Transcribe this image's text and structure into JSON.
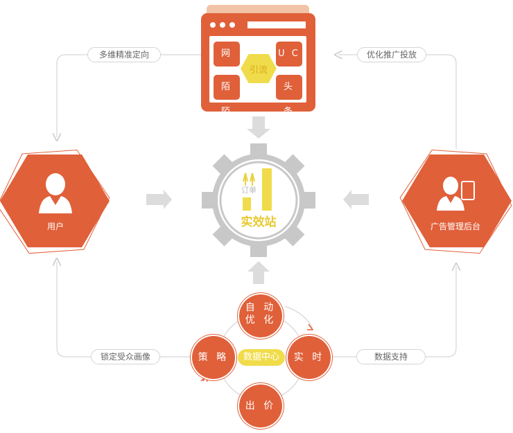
{
  "flow_labels": {
    "top_left": "多维精准定向",
    "top_right": "优化推广投放",
    "bottom_left": "锁定受众画像",
    "bottom_right": "数据支持"
  },
  "nodes": {
    "user": "用户",
    "ad_admin": "广告管理后台",
    "center_brand": "实效站",
    "center_order": "订单"
  },
  "browser": {
    "center": "引流",
    "tiles": [
      "网 易",
      "U C",
      "陌 陌",
      "头 条"
    ]
  },
  "data_cycle": {
    "center": "数据中心",
    "items": [
      "自 动\n优 化",
      "实 时",
      "出 价",
      "策 略"
    ]
  },
  "colors": {
    "accent": "#e0603a",
    "yellow": "#f0dc4a",
    "gear": "#c6c6c6",
    "line": "#dddddd"
  }
}
